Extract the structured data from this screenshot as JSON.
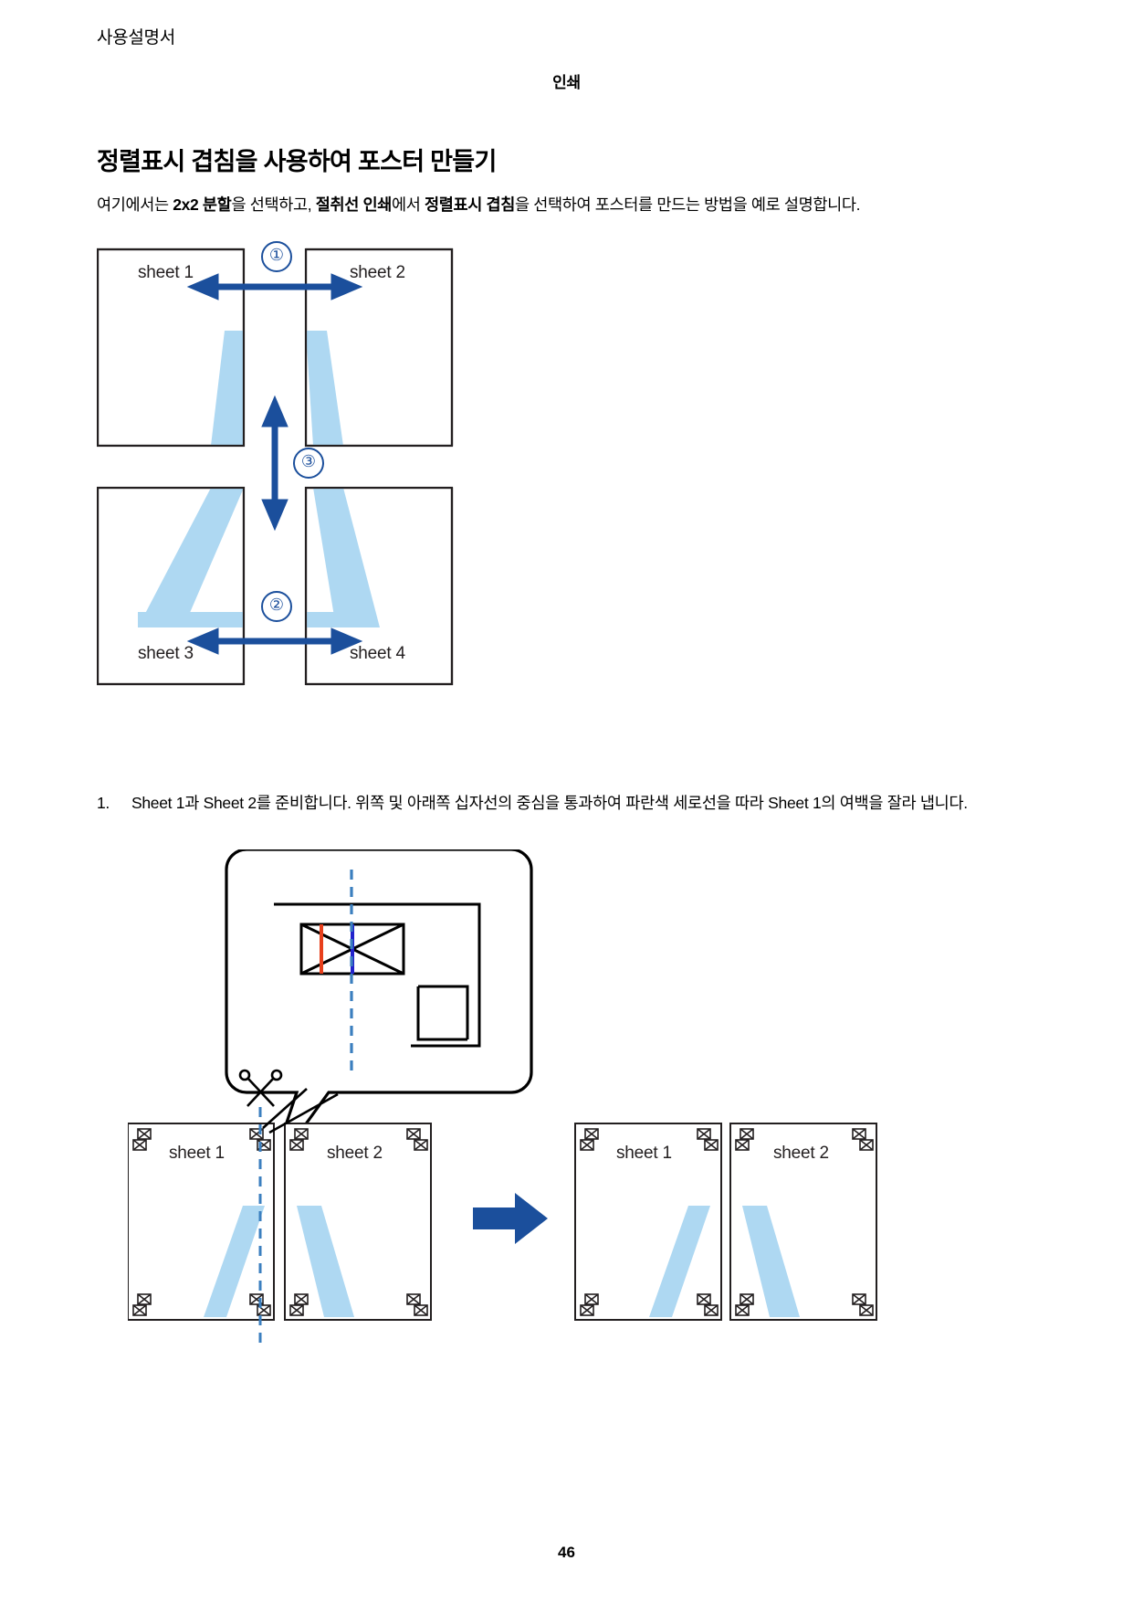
{
  "header": {
    "left_title": "사용설명서",
    "center_title": "인쇄"
  },
  "heading": "정렬표시 겹침을 사용하여 포스터 만들기",
  "intro": {
    "part1": "여기에서는 ",
    "bold1": "2x2 분할",
    "part2": "을 선택하고, ",
    "bold2": "절취선 인쇄",
    "part3": "에서 ",
    "bold3": "정렬표시 겹침",
    "part4": "을 선택하여 포스터를 만드는 방법을 예로 설명합니다."
  },
  "figure1": {
    "sheets": [
      {
        "label": "sheet 1"
      },
      {
        "label": "sheet 2"
      },
      {
        "label": "sheet 3"
      },
      {
        "label": "sheet 4"
      }
    ],
    "markers": [
      "①",
      "③",
      "②"
    ]
  },
  "steps": [
    {
      "number": "1.",
      "text": "Sheet 1과 Sheet 2를 준비합니다. 위쪽 및 아래쪽 십자선의 중심을 통과하여 파란색 세로선을 따라 Sheet 1의 여백을 잘라 냅니다."
    }
  ],
  "figure2": {
    "left_sheets": [
      "sheet 1",
      "sheet 2"
    ],
    "right_sheets": [
      "sheet 1",
      "sheet 2"
    ],
    "scissors_icon": "scissors-icon",
    "arrow_icon": "right-arrow-icon"
  },
  "footer": {
    "page_number": "46"
  },
  "colors": {
    "accent_blue": "#1b4f9c",
    "light_blue": "#aed8f2",
    "line_black": "#231f20",
    "cut_red": "#e8401c",
    "cut_blue": "#2222cc"
  }
}
